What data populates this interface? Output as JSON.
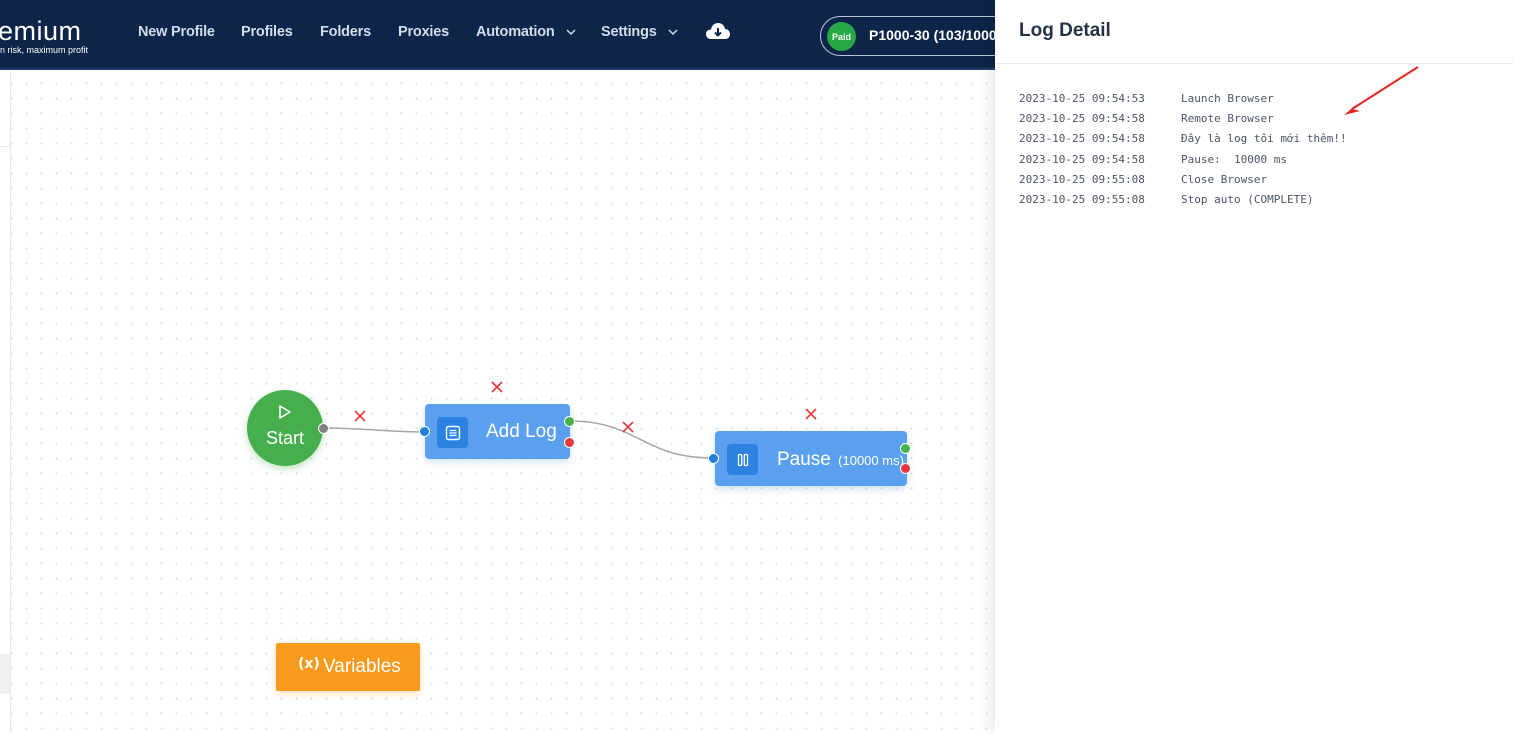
{
  "navbar": {
    "brand_name": "emium",
    "brand_tagline": "n risk, maximum profit",
    "items": [
      {
        "label": "New Profile"
      },
      {
        "label": "Profiles"
      },
      {
        "label": "Folders"
      },
      {
        "label": "Proxies"
      },
      {
        "label": "Automation",
        "caret": "⌄"
      },
      {
        "label": "Settings",
        "caret": "⌄"
      }
    ],
    "cloud_icon": "cloud-download-icon",
    "plan_badge": "Paid",
    "plan_text": "P1000-30 (103/1000"
  },
  "canvas": {
    "start_label": "Start",
    "nodes": [
      {
        "title": "Add Log",
        "icon": "list-icon"
      },
      {
        "title": "Pause",
        "subtitle": "(10000 ms)",
        "icon": "pause-icon"
      }
    ],
    "variables_icon": "(x)",
    "variables_label": "Variables",
    "colors": {
      "start": "#47ae4e",
      "node": "#5aa0ef",
      "node_icon_box": "#2b82e0",
      "variables": "#f99a1c",
      "delete_x": "#e5383b",
      "port_ok": "#43b34a",
      "port_err": "#e5383b",
      "port_in": "#2080d8"
    }
  },
  "log_panel": {
    "title": "Log Detail",
    "entries": [
      {
        "time": "2023-10-25 09:54:53",
        "message": "Launch Browser"
      },
      {
        "time": "2023-10-25 09:54:58",
        "message": "Remote Browser"
      },
      {
        "time": "2023-10-25 09:54:58",
        "message": "Đây là log tôi mới thêm!!"
      },
      {
        "time": "2023-10-25 09:54:58",
        "message": "Pause:  10000 ms"
      },
      {
        "time": "2023-10-25 09:55:08",
        "message": "Close Browser"
      },
      {
        "time": "2023-10-25 09:55:08",
        "message": "Stop auto (COMPLETE)"
      }
    ],
    "annotation_color": "#e5241f"
  }
}
